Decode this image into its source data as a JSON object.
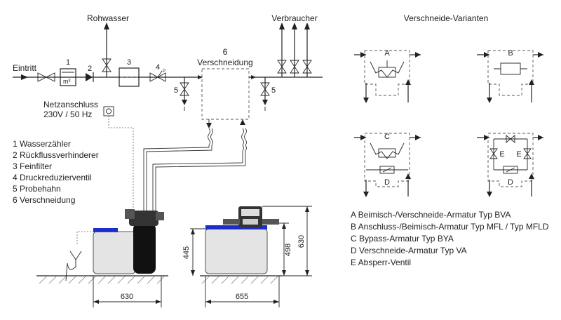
{
  "labels": {
    "rohwasser": "Rohwasser",
    "verbraucher": "Verbraucher",
    "eintritt": "Eintritt",
    "verschneidung_num": "6",
    "verschneidung_title": "Verschneidung",
    "netz_line1": "Netzanschluss",
    "netz_line2": "230V / 50 Hz",
    "varianten_title": "Verschneide-Varianten",
    "m3": "m³"
  },
  "component_numbers": {
    "n1": "1",
    "n2": "2",
    "n3": "3",
    "n4": "4",
    "n5a": "5",
    "n5b": "5"
  },
  "legend_numbered": [
    "1  Wasserzähler",
    "2  Rückflussverhinderer",
    "3  Feinfilter",
    "4  Druckreduzierventil",
    "5  Probehahn",
    "6  Verschneidung"
  ],
  "legend_letters": [
    "A   Beimisch-/Verschneide-Armatur Typ BVA",
    "B   Anschluss-/Beimisch-Armatur Typ MFL / Typ MFLD",
    "C   Bypass-Armatur Typ BYA",
    "D   Verschneide-Armatur Typ VA",
    "E   Absperr-Ventil"
  ],
  "variant_letters": {
    "a": "A",
    "b": "B",
    "c": "C",
    "d1": "D",
    "d2": "D",
    "e1": "E",
    "e2": "E"
  },
  "dimensions": {
    "w_left": "630",
    "w_right": "655",
    "h445": "445",
    "h498": "498",
    "h630": "630"
  },
  "colors": {
    "line": "#222222",
    "blue_lid": "#1b2ec9",
    "tank_gray": "#e4e4e4",
    "black_tank": "#111111"
  }
}
